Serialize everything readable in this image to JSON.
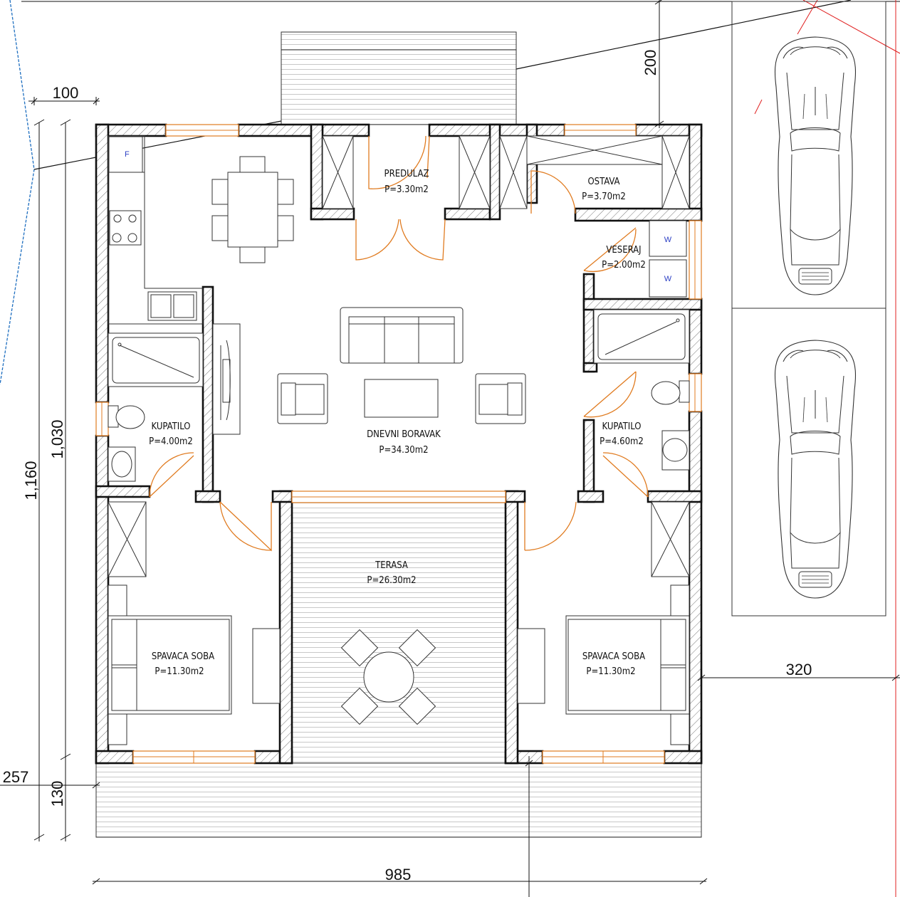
{
  "rooms": {
    "predulaz": {
      "name": "PREDULAZ",
      "area": "P=3.30m2"
    },
    "ostava": {
      "name": "OSTAVA",
      "area": "P=3.70m2"
    },
    "veseraj": {
      "name": "VESERAJ",
      "area": "P=2.00m2"
    },
    "kupatilo_left": {
      "name": "KUPATILO",
      "area": "P=4.00m2"
    },
    "kupatilo_right": {
      "name": "KUPATILO",
      "area": "P=4.60m2"
    },
    "dnevni_boravak": {
      "name": "DNEVNI BORAVAK",
      "area": "P=34.30m2"
    },
    "terasa": {
      "name": "TERASA",
      "area": "P=26.30m2"
    },
    "spavaca_left": {
      "name": "SPAVACA SOBA",
      "area": "P=11.30m2"
    },
    "spavaca_right": {
      "name": "SPAVACA SOBA",
      "area": "P=11.30m2"
    }
  },
  "dimensions": {
    "top_offset": "100",
    "setback_top": "200",
    "height_total": "1,160",
    "height_house": "1,030",
    "terrace_depth": "130",
    "left_offset": "257",
    "width_total": "985",
    "parking_gap": "320"
  },
  "appliances": {
    "fridge": "F",
    "washer_1": "W",
    "washer_2": "W"
  },
  "colors": {
    "walls": "#111111",
    "doors_windows": "#e07b20",
    "appliance_label": "#2b3fc4",
    "plot_line": "#1f6fc0",
    "property_line": "#e02020"
  }
}
